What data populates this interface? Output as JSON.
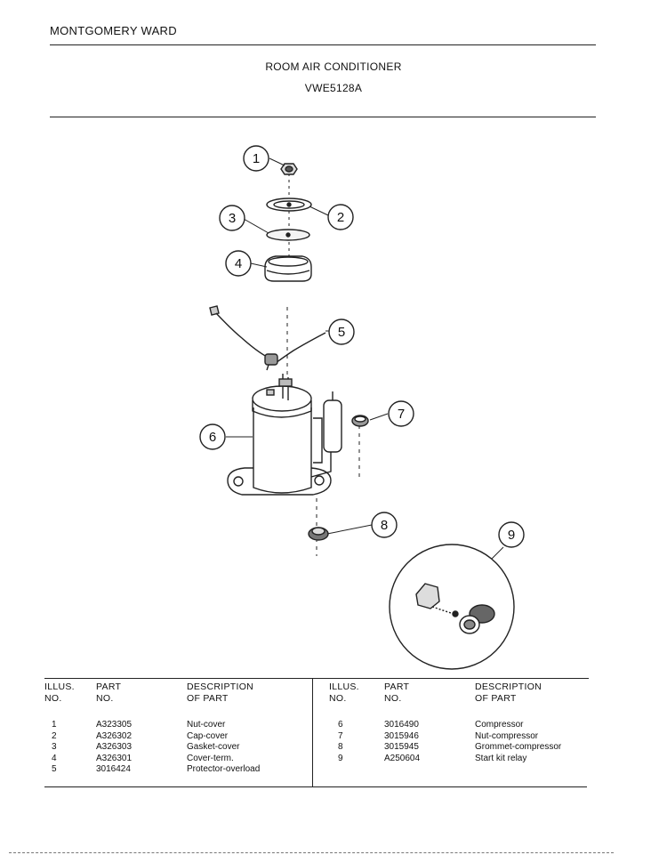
{
  "header": {
    "brand": "MONTGOMERY WARD",
    "title": "ROOM AIR CONDITIONER",
    "model": "VWE5128A"
  },
  "callouts": [
    "1",
    "2",
    "3",
    "4",
    "5",
    "6",
    "7",
    "8",
    "9"
  ],
  "parts_table": {
    "headers": {
      "illus_line1": "ILLUS.",
      "illus_line2": "NO.",
      "part_line1": "PART",
      "part_line2": "NO.",
      "desc_line1": "DESCRIPTION",
      "desc_line2": "OF PART"
    },
    "left_rows": [
      {
        "illus": "1",
        "part": "A323305",
        "desc": "Nut-cover"
      },
      {
        "illus": "2",
        "part": "A326302",
        "desc": "Cap-cover"
      },
      {
        "illus": "3",
        "part": "A326303",
        "desc": "Gasket-cover"
      },
      {
        "illus": "4",
        "part": "A326301",
        "desc": "Cover-term."
      },
      {
        "illus": "5",
        "part": "3016424",
        "desc": "Protector-overload"
      }
    ],
    "right_rows": [
      {
        "illus": "6",
        "part": "3016490",
        "desc": "Compressor"
      },
      {
        "illus": "7",
        "part": "3015946",
        "desc": "Nut-compressor"
      },
      {
        "illus": "8",
        "part": "3015945",
        "desc": "Grommet-compressor"
      },
      {
        "illus": "9",
        "part": "A250604",
        "desc": "Start kit relay"
      }
    ]
  }
}
